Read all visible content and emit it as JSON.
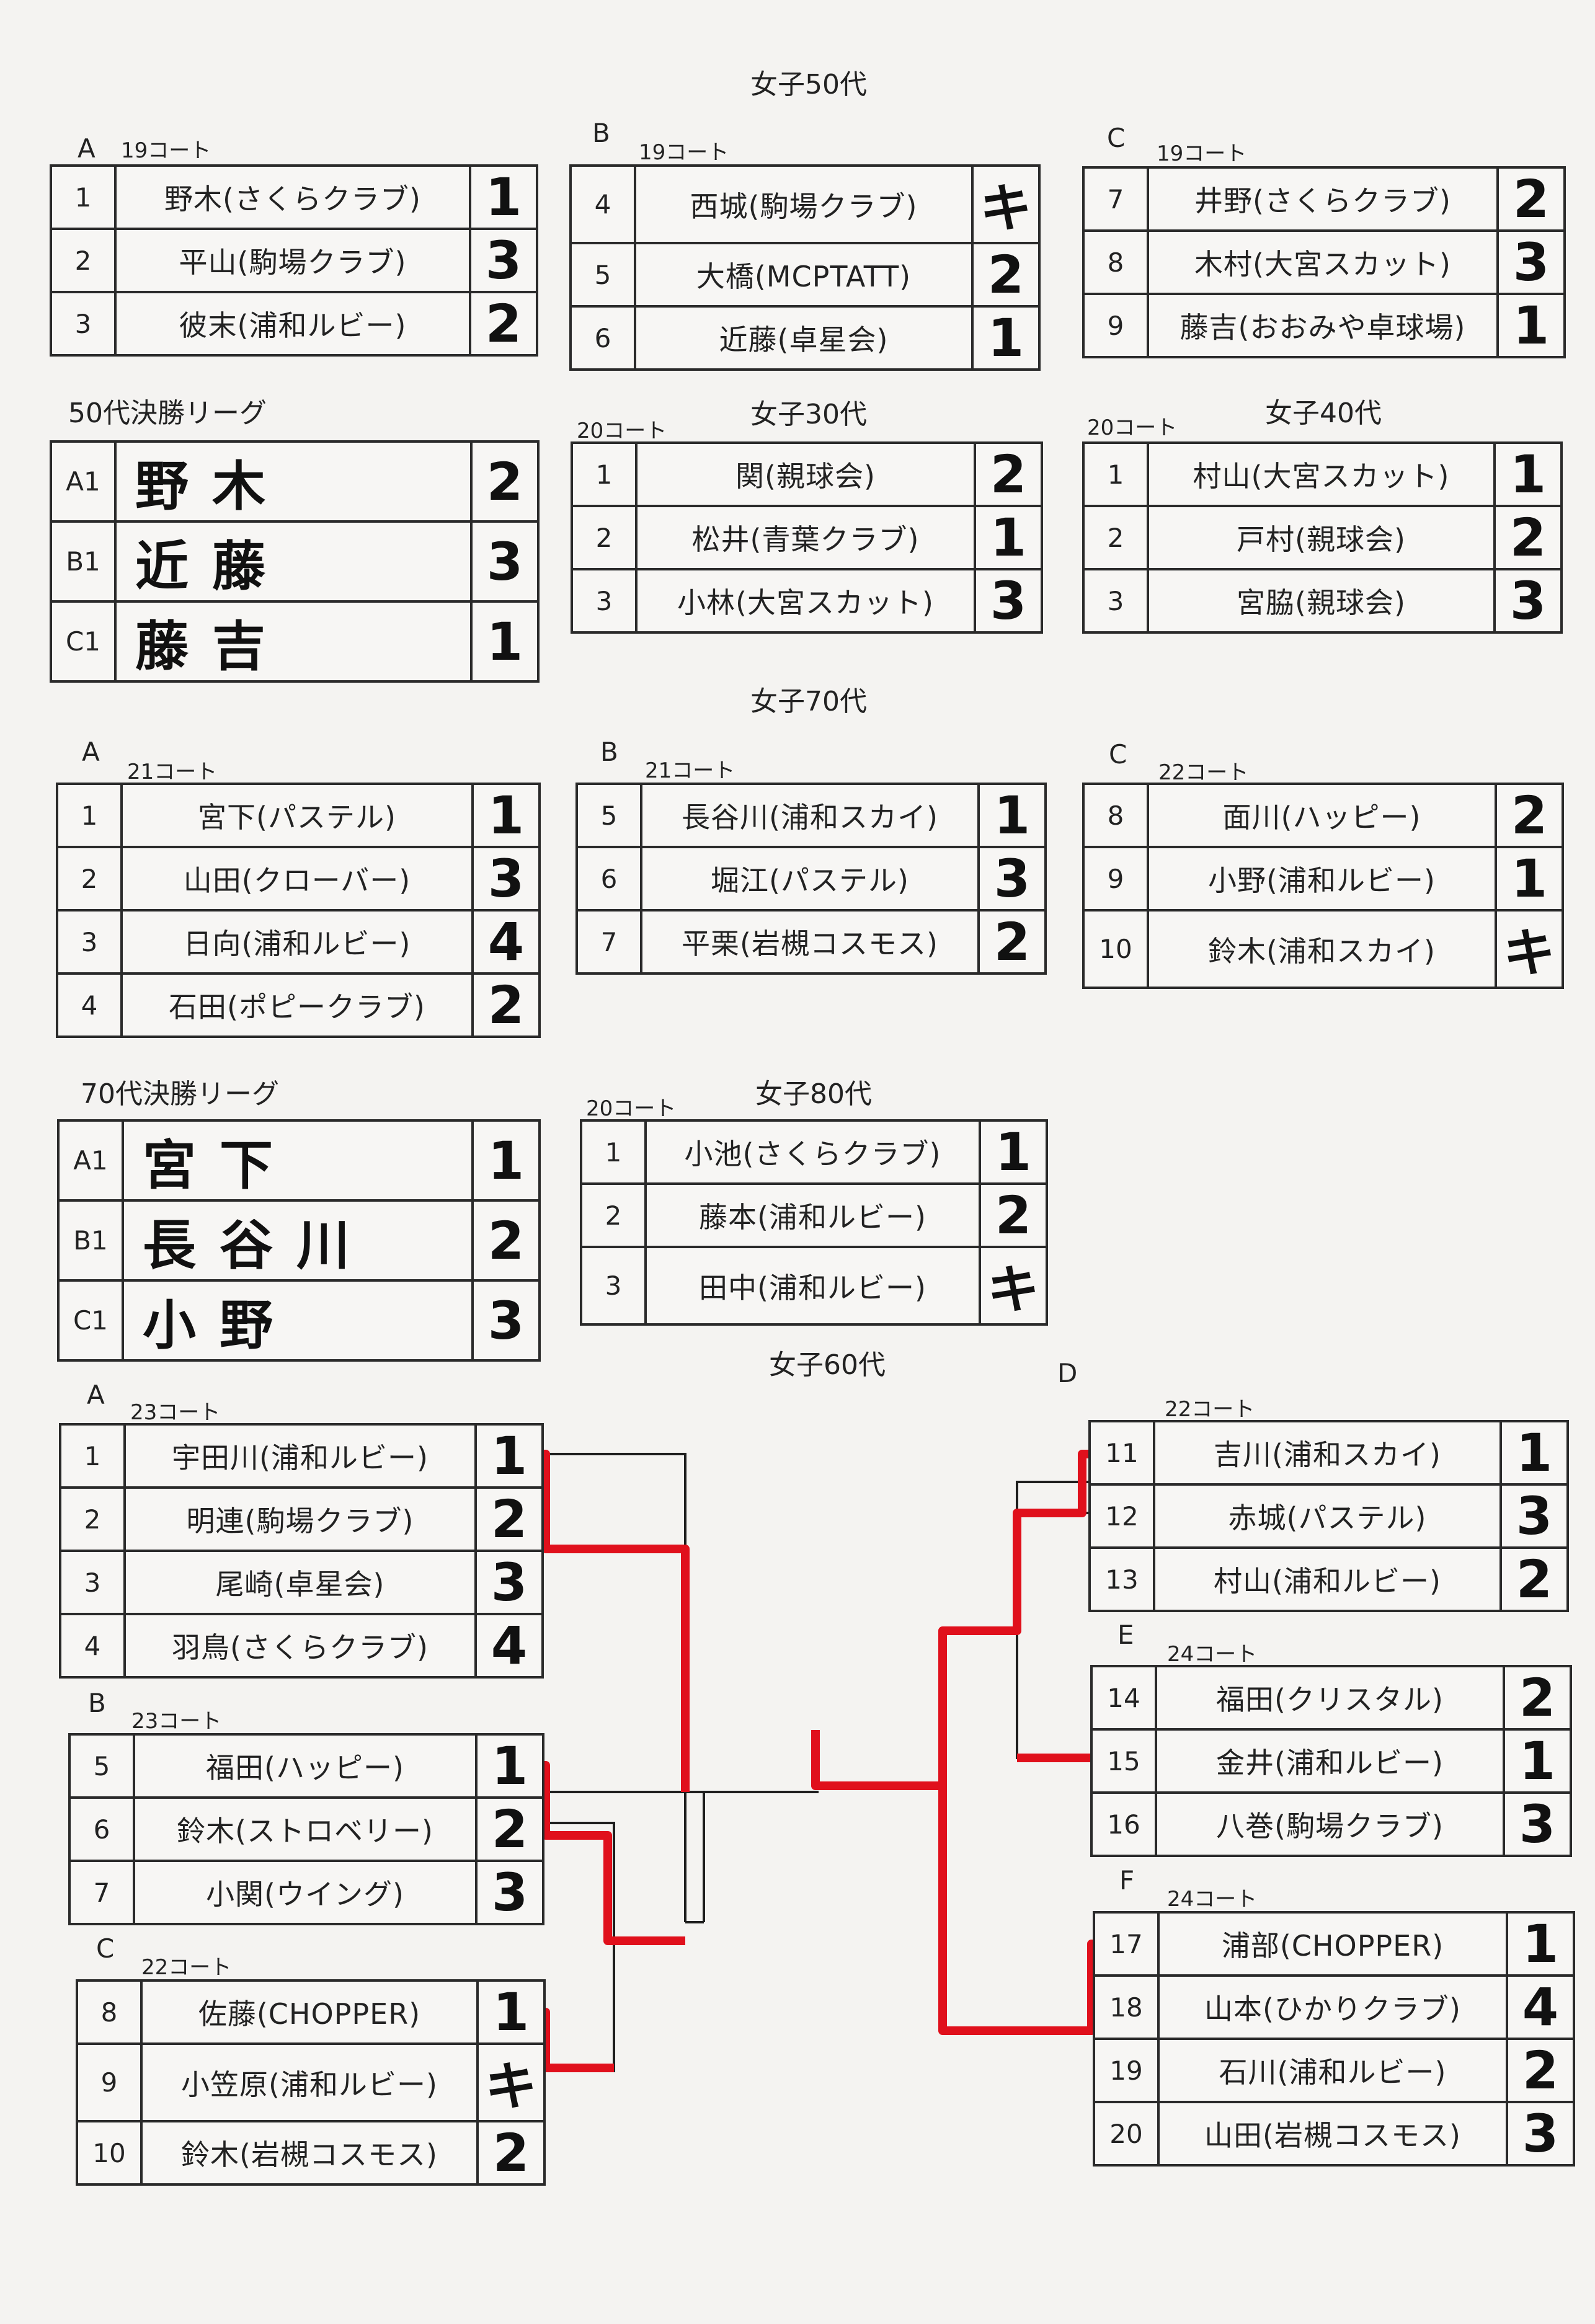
{
  "groups": {
    "w50a": {
      "letter": "A",
      "court": "19コート",
      "rows": [
        {
          "no": "1",
          "name": "野木(さくらクラブ)",
          "res": "1"
        },
        {
          "no": "2",
          "name": "平山(駒場クラブ)",
          "res": "3"
        },
        {
          "no": "3",
          "name": "彼末(浦和ルビー)",
          "res": "2"
        }
      ]
    },
    "w50b": {
      "letter": "B",
      "court": "19コート",
      "rows": [
        {
          "no": "4",
          "name": "西城(駒場クラブ)",
          "res": "キ"
        },
        {
          "no": "5",
          "name": "大橋(MCPTATT)",
          "res": "2"
        },
        {
          "no": "6",
          "name": "近藤(卓星会)",
          "res": "1"
        }
      ]
    },
    "w50c": {
      "letter": "C",
      "court": "19コート",
      "rows": [
        {
          "no": "7",
          "name": "井野(さくらクラブ)",
          "res": "2"
        },
        {
          "no": "8",
          "name": "木村(大宮スカット)",
          "res": "3"
        },
        {
          "no": "9",
          "name": "藤吉(おおみや卓球場)",
          "res": "1"
        }
      ]
    },
    "l50": {
      "rows": [
        {
          "no": "A1",
          "name": "野木",
          "res": "2"
        },
        {
          "no": "B1",
          "name": "近藤",
          "res": "3"
        },
        {
          "no": "C1",
          "name": "藤吉",
          "res": "1"
        }
      ]
    },
    "w30": {
      "court": "20コート",
      "rows": [
        {
          "no": "1",
          "name": "関(親球会)",
          "res": "2"
        },
        {
          "no": "2",
          "name": "松井(青葉クラブ)",
          "res": "1"
        },
        {
          "no": "3",
          "name": "小林(大宮スカット)",
          "res": "3"
        }
      ]
    },
    "w40": {
      "court": "20コート",
      "rows": [
        {
          "no": "1",
          "name": "村山(大宮スカット)",
          "res": "1"
        },
        {
          "no": "2",
          "name": "戸村(親球会)",
          "res": "2"
        },
        {
          "no": "3",
          "name": "宮脇(親球会)",
          "res": "3"
        }
      ]
    },
    "w70a": {
      "letter": "A",
      "court": "21コート",
      "rows": [
        {
          "no": "1",
          "name": "宮下(パステル)",
          "res": "1"
        },
        {
          "no": "2",
          "name": "山田(クローバー)",
          "res": "3"
        },
        {
          "no": "3",
          "name": "日向(浦和ルビー)",
          "res": "4"
        },
        {
          "no": "4",
          "name": "石田(ポピークラブ)",
          "res": "2"
        }
      ]
    },
    "w70b": {
      "letter": "B",
      "court": "21コート",
      "rows": [
        {
          "no": "5",
          "name": "長谷川(浦和スカイ)",
          "res": "1"
        },
        {
          "no": "6",
          "name": "堀江(パステル)",
          "res": "3"
        },
        {
          "no": "7",
          "name": "平栗(岩槻コスモス)",
          "res": "2"
        }
      ]
    },
    "w70c": {
      "letter": "C",
      "court": "22コート",
      "rows": [
        {
          "no": "8",
          "name": "面川(ハッピー)",
          "res": "2"
        },
        {
          "no": "9",
          "name": "小野(浦和ルビー)",
          "res": "1"
        },
        {
          "no": "10",
          "name": "鈴木(浦和スカイ)",
          "res": "キ"
        }
      ]
    },
    "l70": {
      "rows": [
        {
          "no": "A1",
          "name": "宮下",
          "res": "1"
        },
        {
          "no": "B1",
          "name": "長谷川",
          "res": "2"
        },
        {
          "no": "C1",
          "name": "小野",
          "res": "3"
        }
      ]
    },
    "w80": {
      "court": "20コート",
      "rows": [
        {
          "no": "1",
          "name": "小池(さくらクラブ)",
          "res": "1"
        },
        {
          "no": "2",
          "name": "藤本(浦和ルビー)",
          "res": "2"
        },
        {
          "no": "3",
          "name": "田中(浦和ルビー)",
          "res": "キ"
        }
      ]
    },
    "w60a": {
      "letter": "A",
      "court": "23コート",
      "rows": [
        {
          "no": "1",
          "name": "宇田川(浦和ルビー)",
          "res": "1"
        },
        {
          "no": "2",
          "name": "明連(駒場クラブ)",
          "res": "2"
        },
        {
          "no": "3",
          "name": "尾崎(卓星会)",
          "res": "3"
        },
        {
          "no": "4",
          "name": "羽鳥(さくらクラブ)",
          "res": "4"
        }
      ]
    },
    "w60b": {
      "letter": "B",
      "court": "23コート",
      "rows": [
        {
          "no": "5",
          "name": "福田(ハッピー)",
          "res": "1"
        },
        {
          "no": "6",
          "name": "鈴木(ストロベリー)",
          "res": "2"
        },
        {
          "no": "7",
          "name": "小関(ウイング)",
          "res": "3"
        }
      ]
    },
    "w60c": {
      "letter": "C",
      "court": "22コート",
      "rows": [
        {
          "no": "8",
          "name": "佐藤(CHOPPER)",
          "res": "1"
        },
        {
          "no": "9",
          "name": "小笠原(浦和ルビー)",
          "res": "キ"
        },
        {
          "no": "10",
          "name": "鈴木(岩槻コスモス)",
          "res": "2"
        }
      ]
    },
    "w60d": {
      "letter": "D",
      "court": "22コート",
      "rows": [
        {
          "no": "11",
          "name": "吉川(浦和スカイ)",
          "res": "1"
        },
        {
          "no": "12",
          "name": "赤城(パステル)",
          "res": "3"
        },
        {
          "no": "13",
          "name": "村山(浦和ルビー)",
          "res": "2"
        }
      ]
    },
    "w60e": {
      "letter": "E",
      "court": "24コート",
      "rows": [
        {
          "no": "14",
          "name": "福田(クリスタル)",
          "res": "2"
        },
        {
          "no": "15",
          "name": "金井(浦和ルビー)",
          "res": "1"
        },
        {
          "no": "16",
          "name": "八巻(駒場クラブ)",
          "res": "3"
        }
      ]
    },
    "w60f": {
      "letter": "F",
      "court": "24コート",
      "rows": [
        {
          "no": "17",
          "name": "浦部(CHOPPER)",
          "res": "1"
        },
        {
          "no": "18",
          "name": "山本(ひかりクラブ)",
          "res": "4"
        },
        {
          "no": "19",
          "name": "石川(浦和ルビー)",
          "res": "2"
        },
        {
          "no": "20",
          "name": "山田(岩槻コスモス)",
          "res": "3"
        }
      ]
    }
  },
  "titles": {
    "w50": "女子50代",
    "l50": "50代決勝リーグ",
    "w30": "女子30代",
    "w40": "女子40代",
    "w70": "女子70代",
    "l70": "70代決勝リーグ",
    "w80": "女子80代",
    "w60": "女子60代"
  },
  "colors": {
    "paper": "#f4f3f1",
    "ink": "#2a2a2a",
    "bracket_black": "#1e1e1e",
    "bracket_red": "#e0101c"
  }
}
